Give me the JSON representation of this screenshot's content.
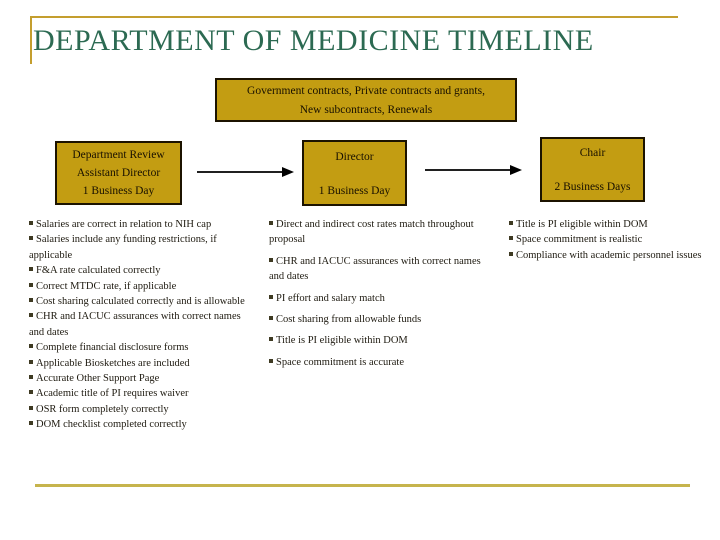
{
  "slide": {
    "title": "DEPARTMENT OF MEDICINE TIMELINE",
    "colors": {
      "box_gold": "#c39d12",
      "title_green": "#2c6a52",
      "corner_line_gold": "#c49e2e",
      "bottom_line_gold": "#c6b44d"
    },
    "intake_box": {
      "line1": "Government contracts, Private contracts and grants,",
      "line2": "New subcontracts, Renewals"
    },
    "stages": [
      {
        "title": "Department Review",
        "subtitle": "Assistant Director",
        "duration": "1 Business Day"
      },
      {
        "title": "Director",
        "subtitle": "",
        "duration": "1 Business Day"
      },
      {
        "title": "Chair",
        "subtitle": "",
        "duration": "2 Business Days"
      }
    ],
    "checklists": [
      {
        "items": [
          "Salaries are correct in relation to NIH cap",
          "Salaries include any funding restrictions, if applicable",
          "F&A rate calculated correctly",
          "Correct MTDC rate, if applicable",
          "Cost sharing calculated correctly and is allowable",
          "CHR and IACUC assurances with correct names and dates",
          "Complete financial disclosure forms",
          "Applicable Biosketches are included",
          "Accurate Other Support Page",
          "Academic title of PI requires waiver",
          "OSR form completely correctly",
          "DOM checklist completed correctly"
        ]
      },
      {
        "items": [
          "Direct and indirect cost rates match throughout proposal",
          "CHR and IACUC assurances with correct names and dates",
          "PI effort and salary match",
          "Cost sharing from allowable funds",
          "Title is PI eligible within DOM",
          "Space commitment is accurate"
        ]
      },
      {
        "items": [
          "Title is PI eligible within DOM",
          "Space commitment is realistic",
          "Compliance with academic personnel issues"
        ]
      }
    ]
  }
}
